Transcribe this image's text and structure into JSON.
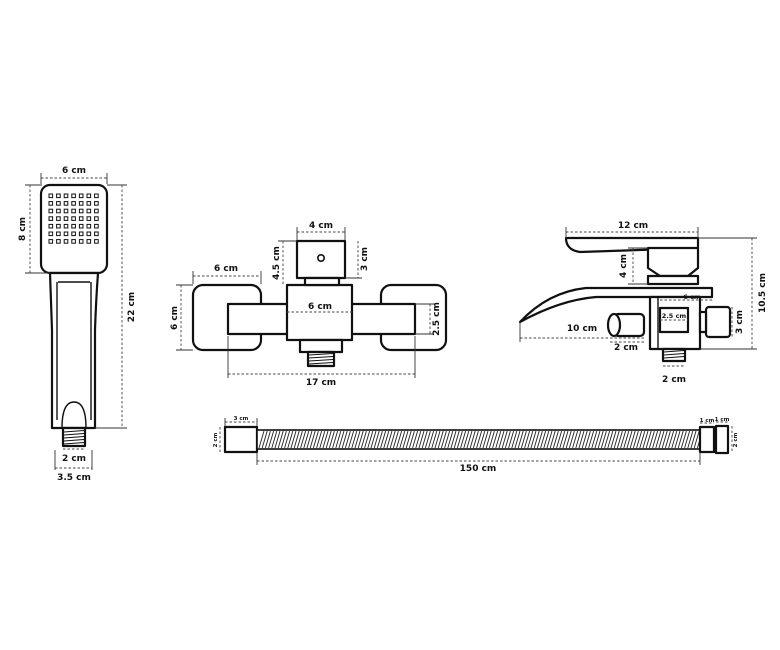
{
  "hand_shower": {
    "width_label": "6 cm",
    "head_height_label": "8 cm",
    "total_height_label": "22 cm",
    "thread_label": "2 cm",
    "base_label": "3.5 cm"
  },
  "wall_mixer": {
    "top_width_label": "4 cm",
    "top_height_label": "4.5 cm",
    "top_inner_label": "3 cm",
    "handle_width_label": "6 cm",
    "handle_height_label": "6 cm",
    "body_width_label": "6 cm",
    "body_height_label": "2.5 cm",
    "total_width_label": "17 cm"
  },
  "side_view": {
    "lever_length_label": "12 cm",
    "lever_height_label": "4 cm",
    "total_height_label": "10.5 cm",
    "diverter_label": "6 cm",
    "inner_label": "2.5 cm",
    "outlet_height_label": "3 cm",
    "spout_length_label": "10 cm",
    "knob_label": "2 cm",
    "bottom_label": "2 cm"
  },
  "hose": {
    "left_cap_length_label": "3 cm",
    "left_cap_height_label": "2 cm",
    "length_label": "150 cm",
    "right_cap_length_label": "1 cm",
    "right_nut_length_label": "1 cm",
    "right_cap_height_label": "2 cm"
  }
}
